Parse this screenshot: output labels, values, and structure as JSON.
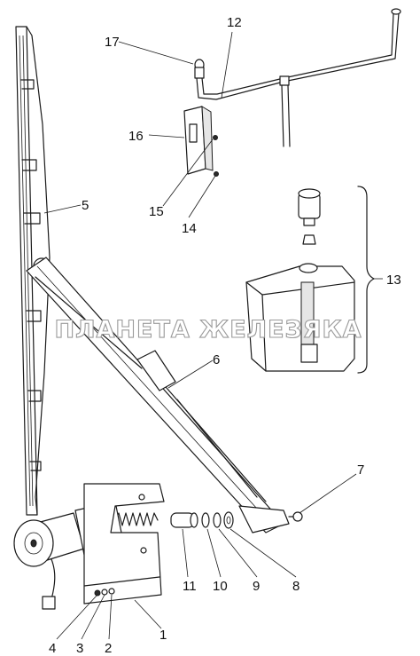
{
  "watermark": "ПЛАНЕТА ЖЕЛЕЗЯКА",
  "callouts": {
    "c1": "1",
    "c2": "2",
    "c3": "3",
    "c4": "4",
    "c5": "5",
    "c6": "6",
    "c7": "7",
    "c8": "8",
    "c9": "9",
    "c10": "10",
    "c11": "11",
    "c12": "12",
    "c13": "13",
    "c14": "14",
    "c15": "15",
    "c16": "16",
    "c17": "17"
  },
  "colors": {
    "ink": "#1a1a1a",
    "watermark_outline": "#9a9a9a",
    "background": "#ffffff"
  }
}
